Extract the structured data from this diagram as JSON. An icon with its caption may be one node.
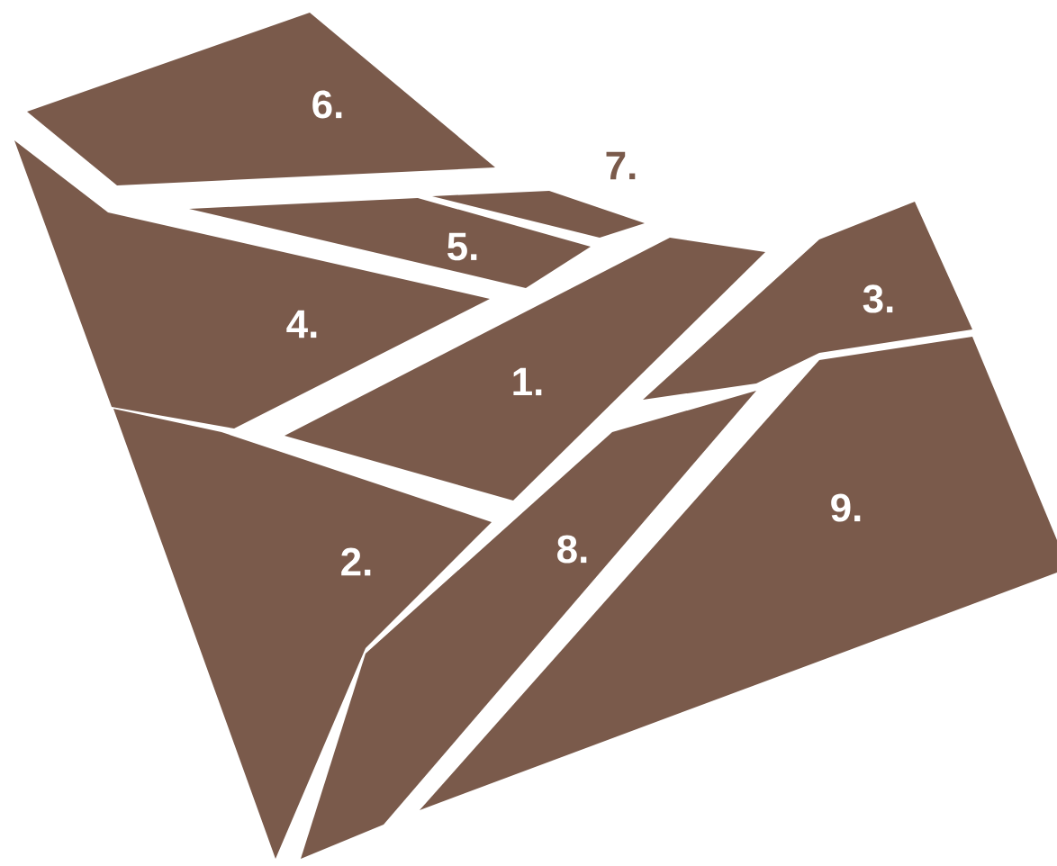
{
  "diagram": {
    "nodes": [
      {
        "text": [
          "6."
        ]
      },
      {
        "text": [
          "7."
        ]
      },
      {
        "text": [
          "5."
        ]
      },
      {
        "text": [
          "4."
        ]
      },
      {
        "text": [
          "3."
        ]
      },
      {
        "text": [
          "1."
        ]
      },
      {
        "text": [
          "2."
        ]
      },
      {
        "text": [
          "8."
        ]
      },
      {
        "text": [
          "9."
        ]
      }
    ]
  }
}
